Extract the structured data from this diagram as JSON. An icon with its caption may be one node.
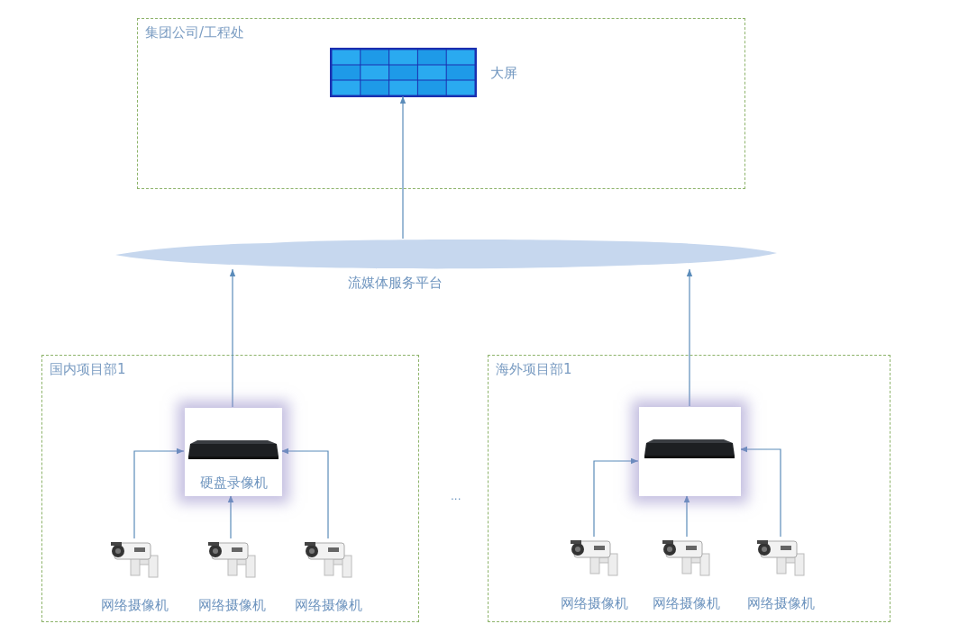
{
  "diagram": {
    "nodes": [
      {
        "text": [
          "集团公司/工程处"
        ]
      },
      {
        "text": [],
        "shape": "picture",
        "beside": [
          "大屏"
        ],
        "in": 0
      },
      {
        "text": [],
        "shape": "cloud",
        "beside": [
          "流媒体服务平台"
        ]
      },
      {
        "text": [
          "国内项目部1"
        ]
      },
      {
        "text": [
          "硬盘录像机"
        ],
        "in": 3
      },
      {
        "text": [],
        "shape": "picture",
        "beside": [
          "网络摄像机"
        ],
        "in": 3
      },
      {
        "text": [],
        "shape": "picture",
        "beside": [
          "网络摄像机"
        ],
        "in": 3
      },
      {
        "text": [],
        "shape": "picture",
        "beside": [
          "网络摄像机"
        ],
        "in": 3
      },
      {
        "text": [
          "海外项目部1"
        ]
      },
      {
        "text": [],
        "shape": "picture",
        "in": 8
      },
      {
        "text": [],
        "shape": "picture",
        "beside": [
          "网络摄像机"
        ],
        "in": 8
      },
      {
        "text": [],
        "shape": "picture",
        "beside": [
          "网络摄像机"
        ],
        "in": 8
      },
      {
        "text": [],
        "shape": "picture",
        "beside": [
          "网络摄像机"
        ],
        "in": 8
      }
    ],
    "edges": [
      {
        "from": 2,
        "to": 1,
        "arrow": "to"
      },
      {
        "from": 4,
        "to": 2,
        "arrow": "to"
      },
      {
        "from": 9,
        "to": 2,
        "arrow": "to"
      },
      {
        "from": 5,
        "to": 4,
        "arrow": "to"
      },
      {
        "from": 6,
        "to": 4,
        "arrow": "to"
      },
      {
        "from": 7,
        "to": 4,
        "arrow": "to"
      },
      {
        "from": 10,
        "to": 9,
        "arrow": "to"
      },
      {
        "from": 11,
        "to": 9,
        "arrow": "to"
      },
      {
        "from": 12,
        "to": 9,
        "arrow": "to"
      }
    ],
    "labels": [
      "..."
    ]
  }
}
